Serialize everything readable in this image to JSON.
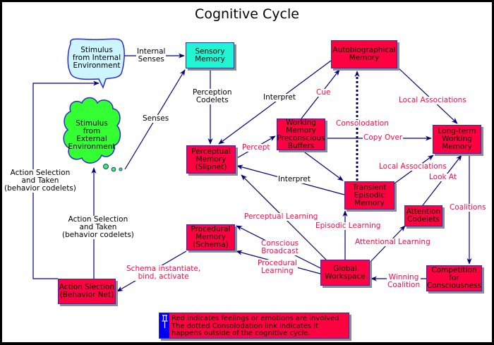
{
  "title": "Cognitive Cycle",
  "colors": {
    "emotion_red": "#ff0040",
    "sensory_teal": "#1ff5d2",
    "internal_bubble": "#ccf5ff",
    "external_cloud": "#33ff33",
    "link_blue": "#000080",
    "border_blue": "#2b2bd0"
  },
  "nodes": {
    "stimulus_internal": "Stimulus\nfrom Internal\nEnvironment",
    "stimulus_external": "Stimulus\nfrom\nExternal\nEnvironment",
    "sensory_memory": "Sensory\nMemory",
    "autobiographical_memory": "Autobiographical\nMemory",
    "working_memory": "Working\nMemory\nPreconscious\nBuffers",
    "perceptual_memory": "Perceptual\nMemory\n(Slipnet)",
    "long_term_working_memory": "Long-term\nWorking\nMemory",
    "transient_episodic_memory": "Transient\nEpisodic\nMemory",
    "attention_codelets": "Attention\nCodelets",
    "procedural_memory": "Procedural\nMemory\n(Schema)",
    "global_workspace": "Global\nWorkspace",
    "competition": "Competition\nfor\nConsciousness",
    "action_selection": "Action Slection\n(Behavior Net)"
  },
  "links": {
    "internal_senses": "Internal\nSenses",
    "senses": "Senses",
    "perception_codelets": "Perception\nCodelets",
    "interpret_top": "Interpret",
    "cue": "Cue",
    "consolidation": "Consolodation",
    "local_associations_top": "Local Associations",
    "percept": "Percept",
    "copy_over": "Copy Over",
    "local_associations_mid": "Local Associations",
    "look_at": "Look At",
    "interpret_mid": "Interpret",
    "coalitions": "Coalitions",
    "perceptual_learning": "Perceptual Learning",
    "episodic_learning": "Episodic Learning",
    "conscious_broadcast": "Conscious\nBroadcast",
    "attentional_learning": "Attentional Learning",
    "procedural_learning": "Procedural\nLearning",
    "winning_coalition": "Winning\nCoalition",
    "schema_instantiate": "Schema instantiate,\nbind, activate",
    "action_selection_left": "Action Selection\nand Taken\n(behavior codelets)",
    "action_selection_mid": "Action Selection\nand Taken\n(behavior codelets)"
  },
  "legend": {
    "icon": "pushpin-icon",
    "text": "Red indicates feelings or emotions are involved.\nThe dotted Consolodation link indicates it\nhappens outside of the cognitive cycle."
  }
}
